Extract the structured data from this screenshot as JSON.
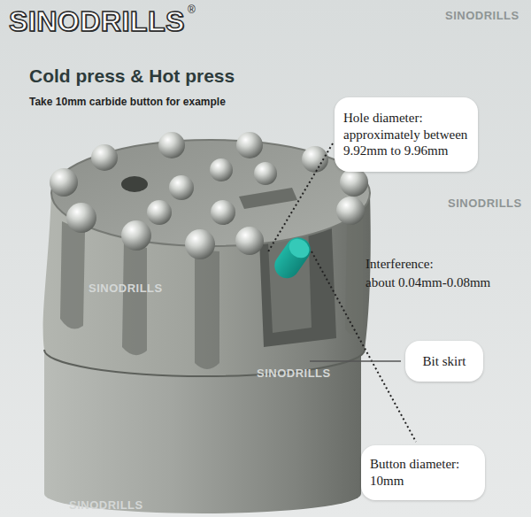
{
  "diagram": {
    "title": "Cold press & Hot press",
    "nodes": [
      {
        "text": [
          "Hole diameter: approximately between 9.92mm to 9.96mm"
        ]
      },
      {
        "text": [
          "Bit skirt"
        ]
      },
      {
        "text": [
          "Button diameter: 10mm"
        ]
      }
    ],
    "labels": [
      "SINODRILLS",
      "®",
      "Take 10mm carbide button for example",
      "Interference:",
      "about 0.04mm-0.08mm",
      "SINODRILLS",
      "SINODRILLS",
      "SINODRILLS",
      "SINODRILLS",
      "SINODRILLS"
    ]
  }
}
